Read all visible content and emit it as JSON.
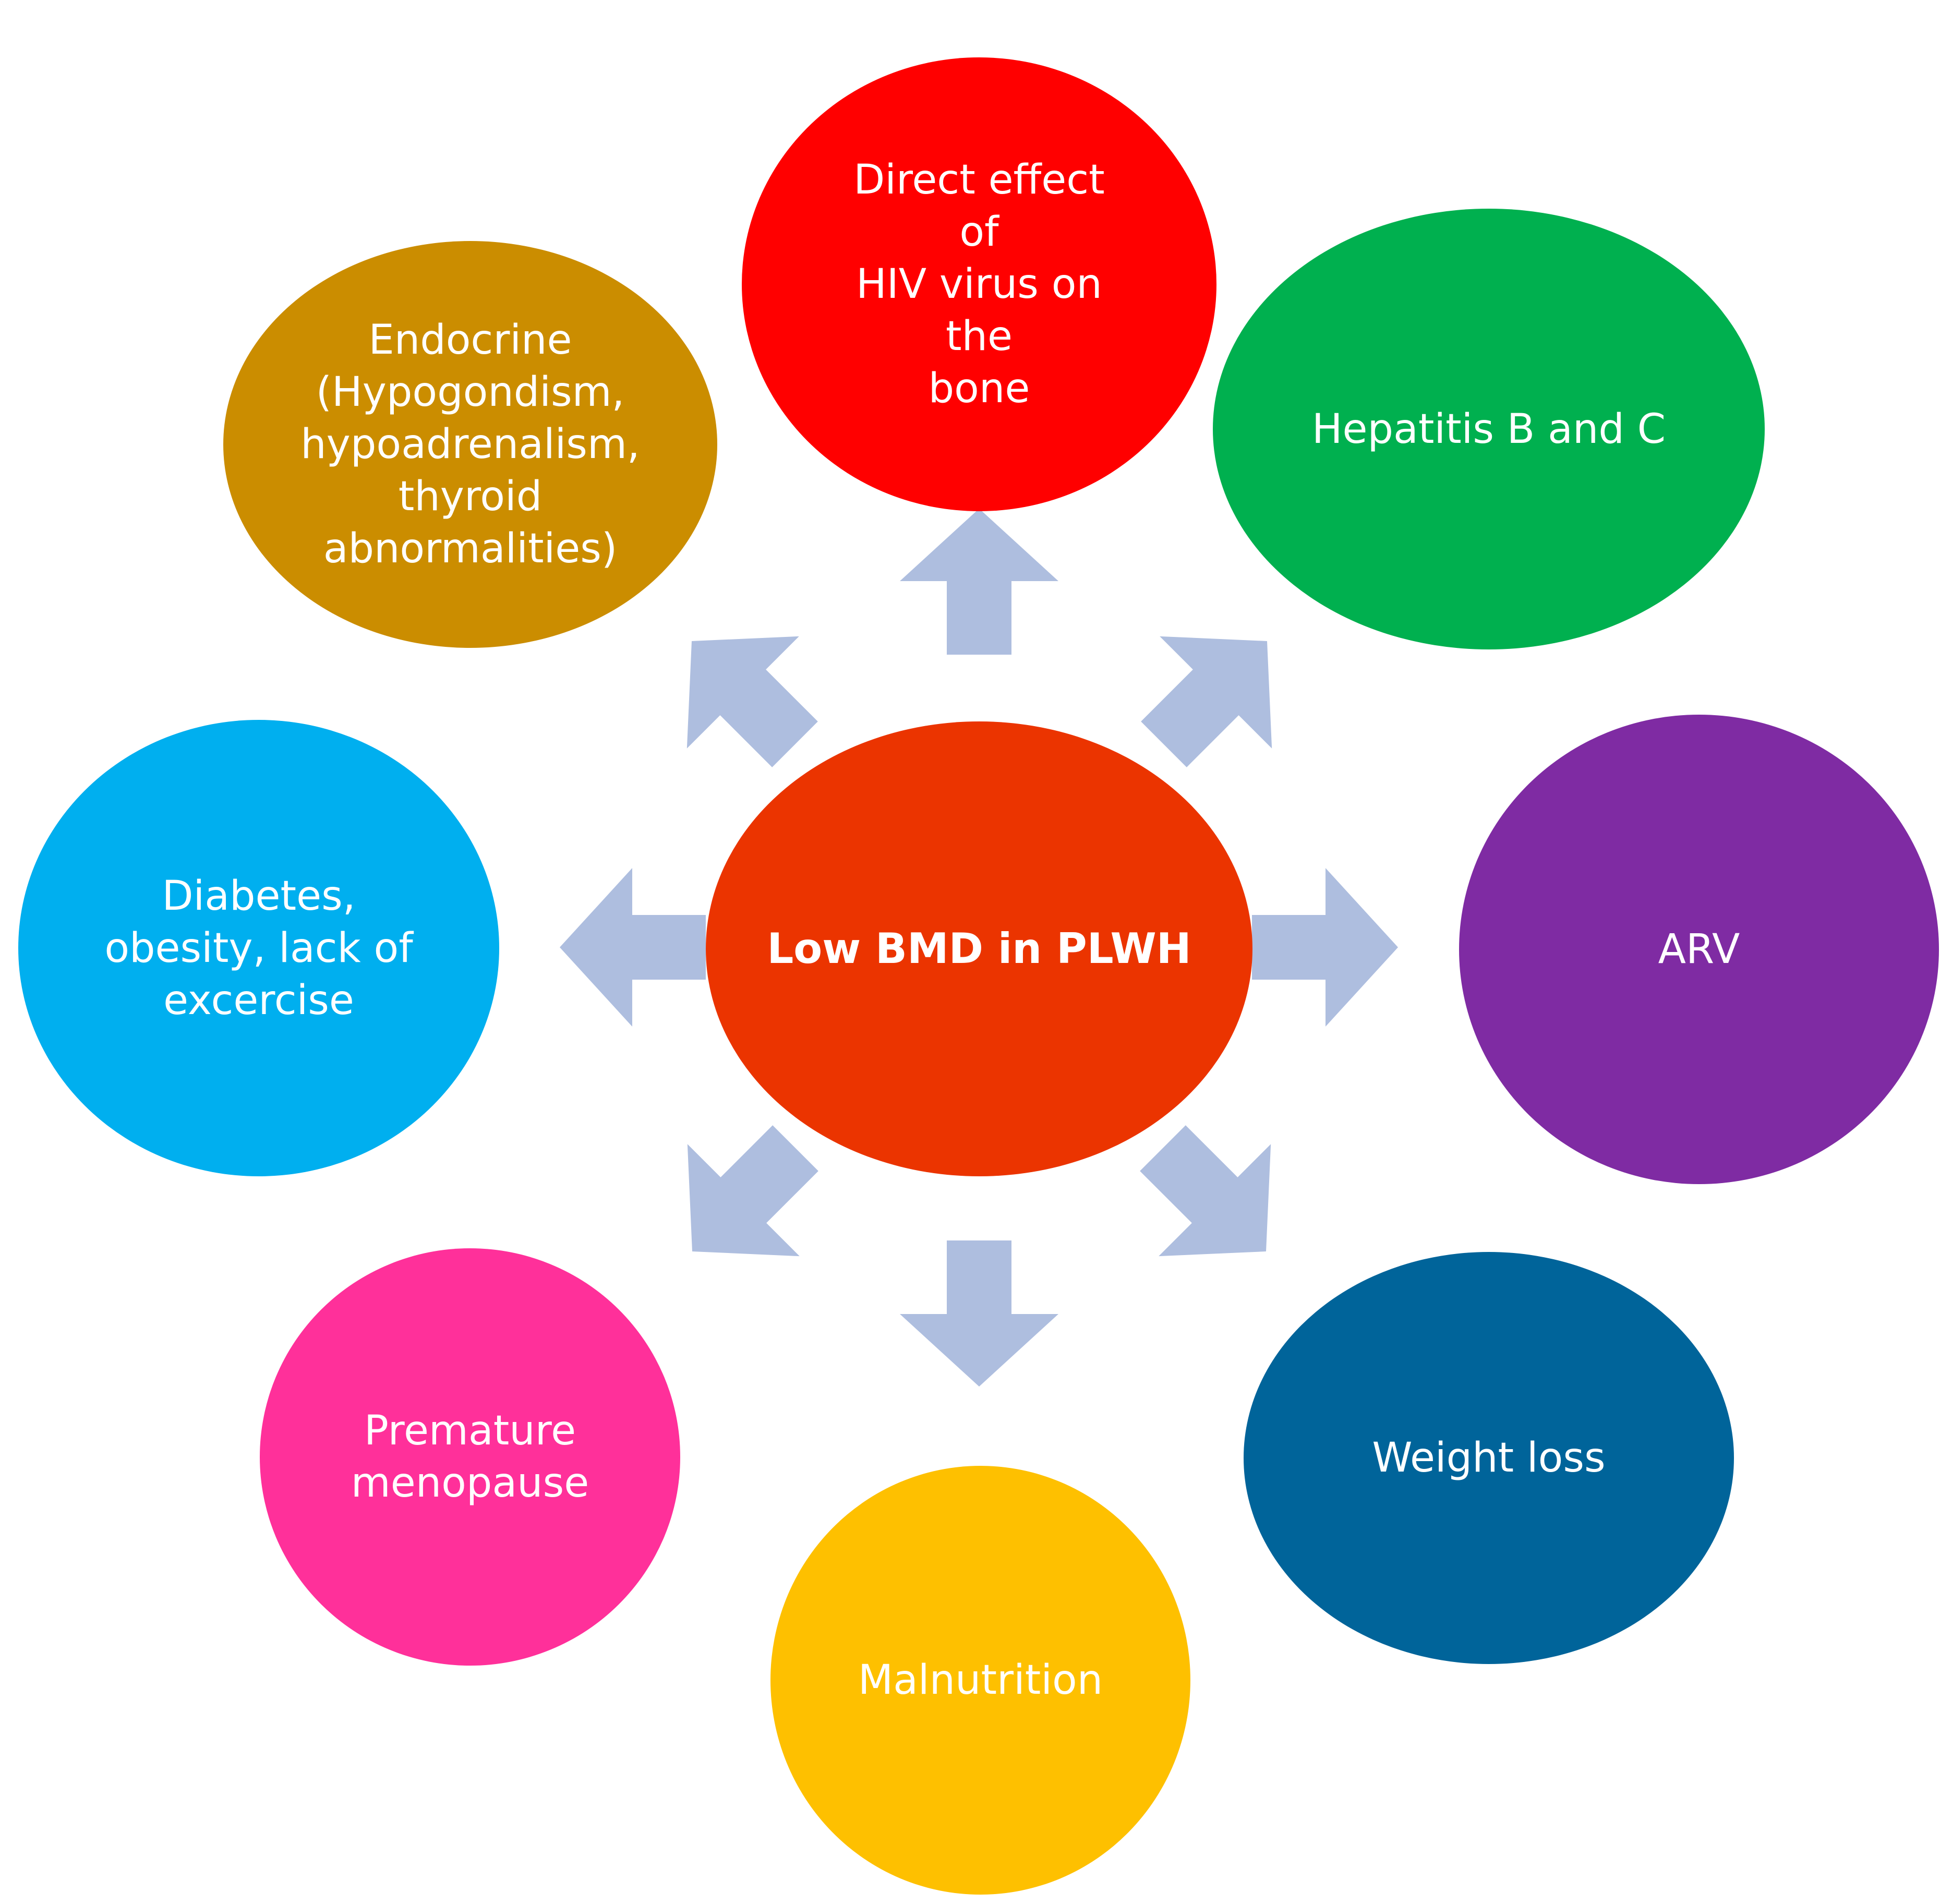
{
  "colors": {
    "arrow": "#AEBEDF",
    "center": "#EB3400",
    "top": "#FF0000",
    "north_east": "#00B04F",
    "east": "#7F2BA3",
    "south_east": "#00649A",
    "south": "#FEC000",
    "south_west": "#FF309A",
    "west": "#00AFEF",
    "north_west": "#CB8D00"
  },
  "nodes": {
    "center": [
      "Low BMD in PLWH"
    ],
    "top": [
      "Direct effect of",
      "HIV virus on the",
      "bone"
    ],
    "north_east": [
      "Hepatitis B and C"
    ],
    "east": [
      "ARV"
    ],
    "south_east": [
      "Weight loss"
    ],
    "south": [
      "Malnutrition"
    ],
    "south_west": [
      "Premature",
      "menopause"
    ],
    "west": [
      "Diabetes,",
      "obesity, lack of",
      "excercise"
    ],
    "north_west": [
      "Endocrine",
      "(Hypogondism,",
      "hypoadrenalism,",
      "thyroid",
      "abnormalities)"
    ]
  }
}
